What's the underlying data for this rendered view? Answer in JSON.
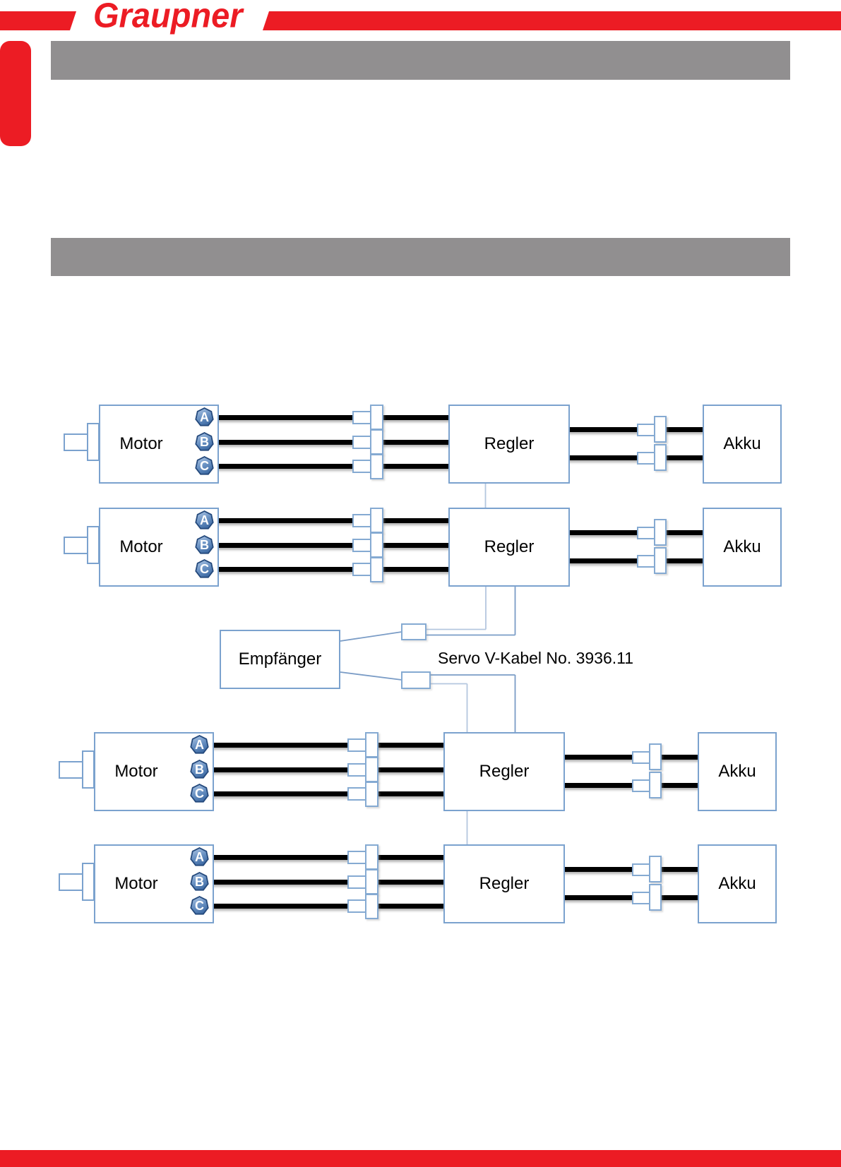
{
  "header": {
    "logo_text": "Graupner"
  },
  "diagram": {
    "motor_label": "Motor",
    "regler_label": "Regler",
    "akku_label": "Akku",
    "empfaenger_label": "Empfänger",
    "cable_label": "Servo V-Kabel No. 3936.11",
    "phases": [
      "A",
      "B",
      "C"
    ],
    "row_count": "4"
  },
  "colors": {
    "red": "#EC1C24",
    "gray_bar": "#918F90",
    "box_border": "#7BA2CE",
    "plug_border": "#85AAD2",
    "wire": "#000000",
    "line_light": "#B4C7DF",
    "line_dark": "#7A9CC6",
    "badge_dark": "#24497C",
    "badge_light": "#A6C0E0",
    "badge_mid": "#6B93C4",
    "badge_deep": "#2F5D99"
  }
}
